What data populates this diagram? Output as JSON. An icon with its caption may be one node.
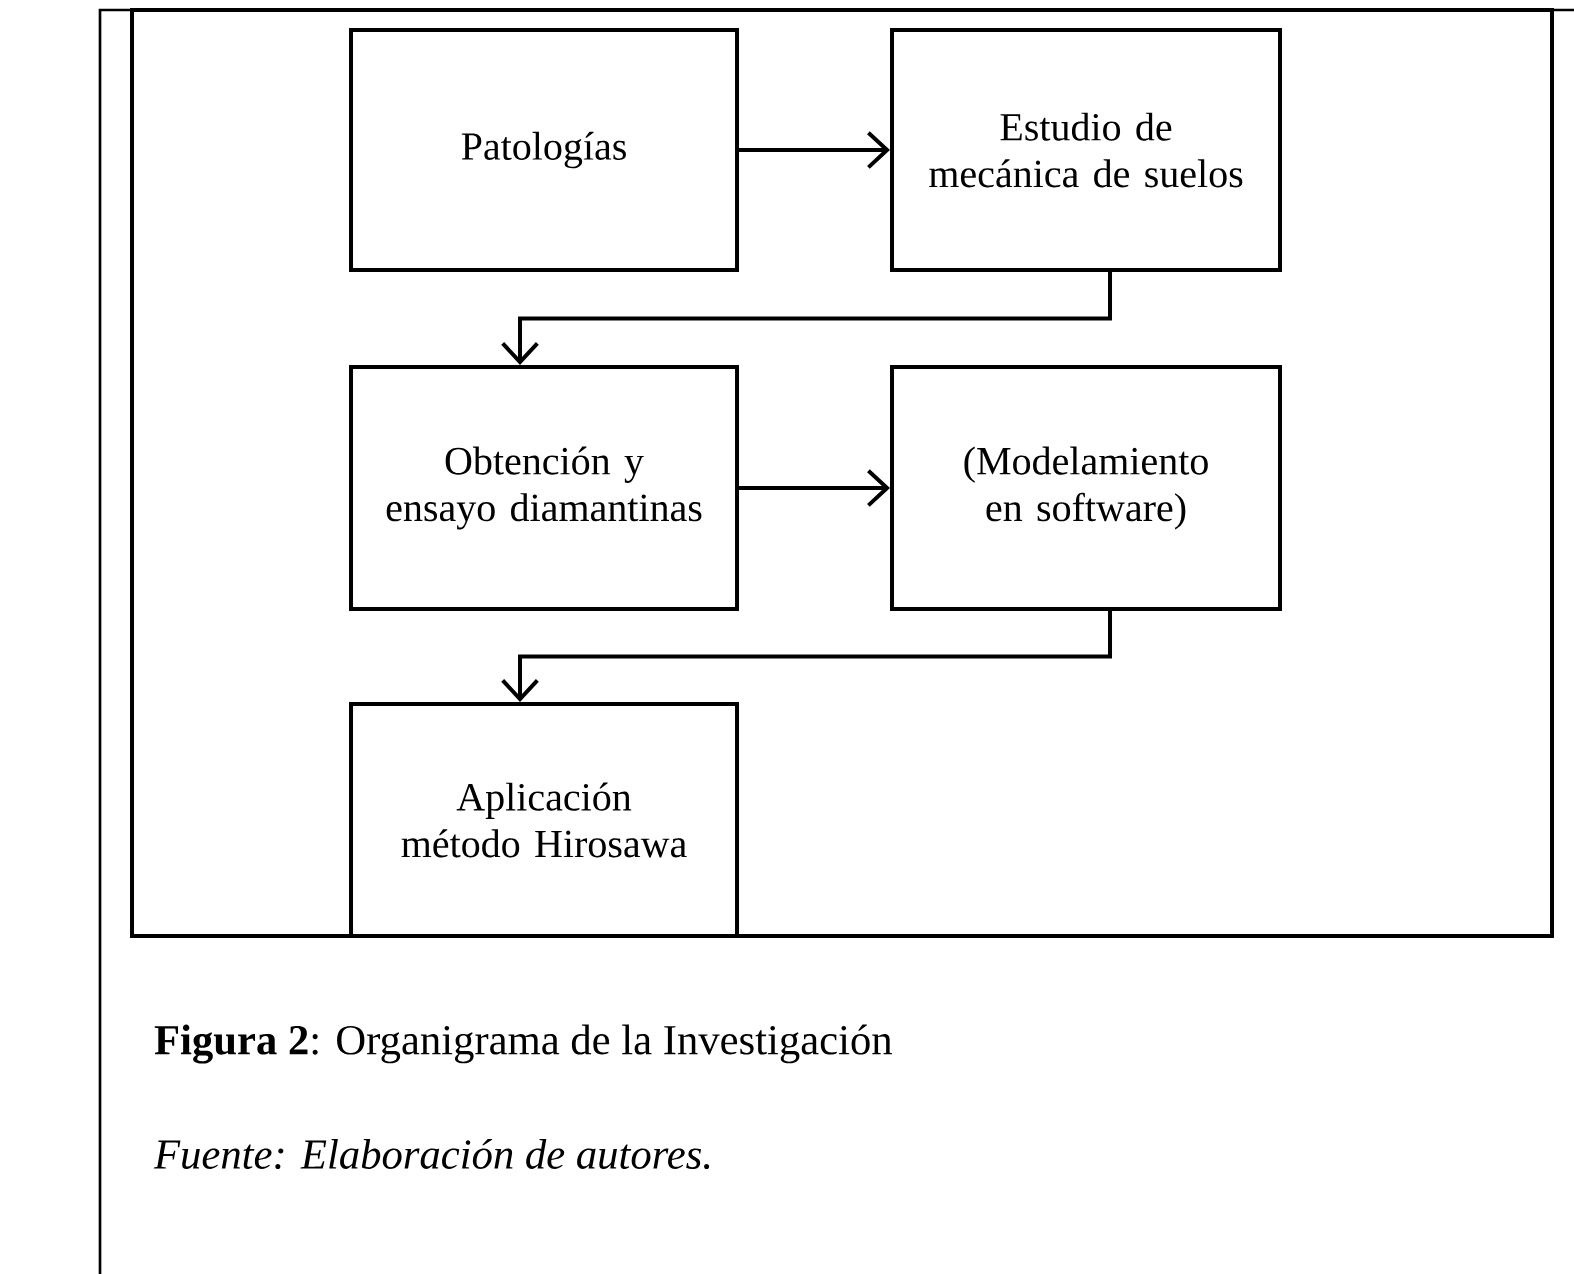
{
  "diagram": {
    "caption": "**Figura 2**: Organigrama de la Investigación",
    "nodes": [
      {
        "text": [
          "Patologías"
        ]
      },
      {
        "text": [
          "Estudio de mecánica de suelos"
        ]
      },
      {
        "text": [
          "Obtención y ensayo diamantinas"
        ]
      },
      {
        "text": [
          "(Modelamiento en software)"
        ]
      },
      {
        "text": [
          "Aplicación método Hirosawa"
        ]
      }
    ],
    "edges": [
      {
        "from": 0,
        "to": 1,
        "arrow": "to"
      },
      {
        "from": 1,
        "to": 2,
        "arrow": "to"
      },
      {
        "from": 2,
        "to": 3,
        "arrow": "to"
      },
      {
        "from": 3,
        "to": 4,
        "arrow": "to"
      }
    ],
    "labels": [
      "Fuente: Elaboración de autores."
    ]
  }
}
